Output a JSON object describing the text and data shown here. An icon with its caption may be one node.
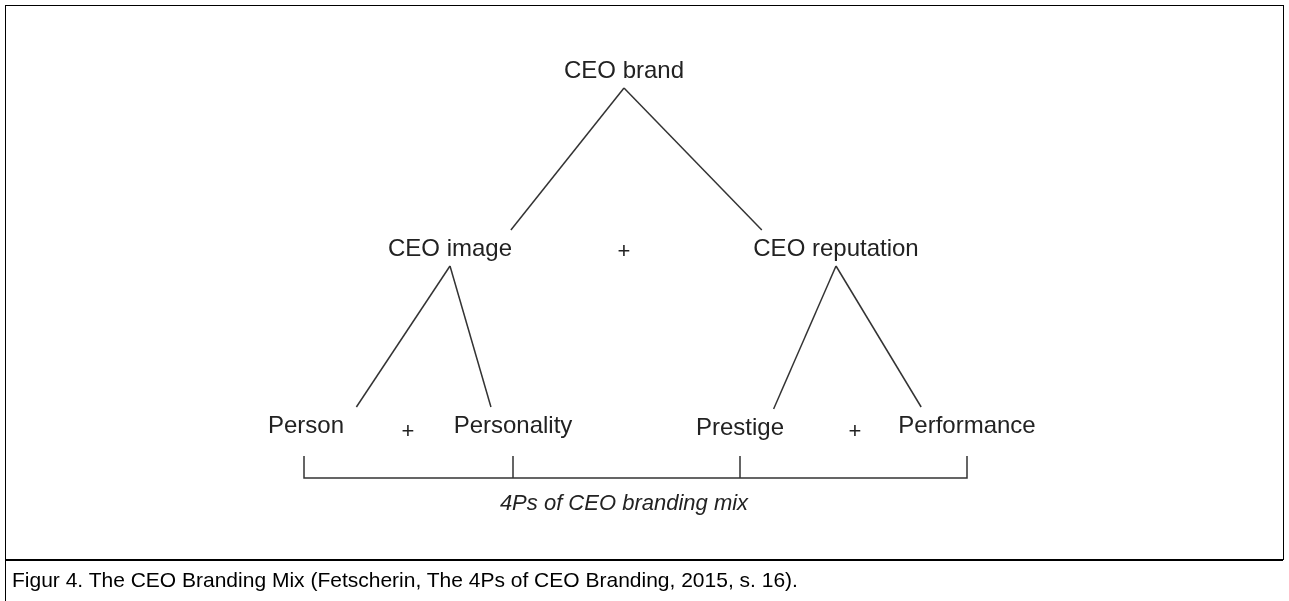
{
  "diagram": {
    "caption": "Figur 4. The CEO Branding Mix (Fetscherin, The 4Ps of CEO Branding, 2015, s. 16).",
    "nodes": [
      {
        "text": [
          "CEO brand"
        ]
      },
      {
        "text": [
          "CEO image"
        ]
      },
      {
        "text": [
          "CEO reputation"
        ]
      },
      {
        "text": [
          "Person"
        ]
      },
      {
        "text": [
          "Personality"
        ]
      },
      {
        "text": [
          "Prestige"
        ]
      },
      {
        "text": [
          "Performance"
        ]
      }
    ],
    "edges": [
      {
        "from": 0,
        "to": 1,
        "arrow": "none"
      },
      {
        "from": 0,
        "to": 2,
        "arrow": "none"
      },
      {
        "from": 1,
        "to": 3,
        "arrow": "none"
      },
      {
        "from": 1,
        "to": 4,
        "arrow": "none"
      },
      {
        "from": 2,
        "to": 5,
        "arrow": "none"
      },
      {
        "from": 2,
        "to": 6,
        "arrow": "none"
      }
    ],
    "labels": [
      "+",
      "+",
      "+",
      "4Ps of CEO branding mix"
    ]
  }
}
